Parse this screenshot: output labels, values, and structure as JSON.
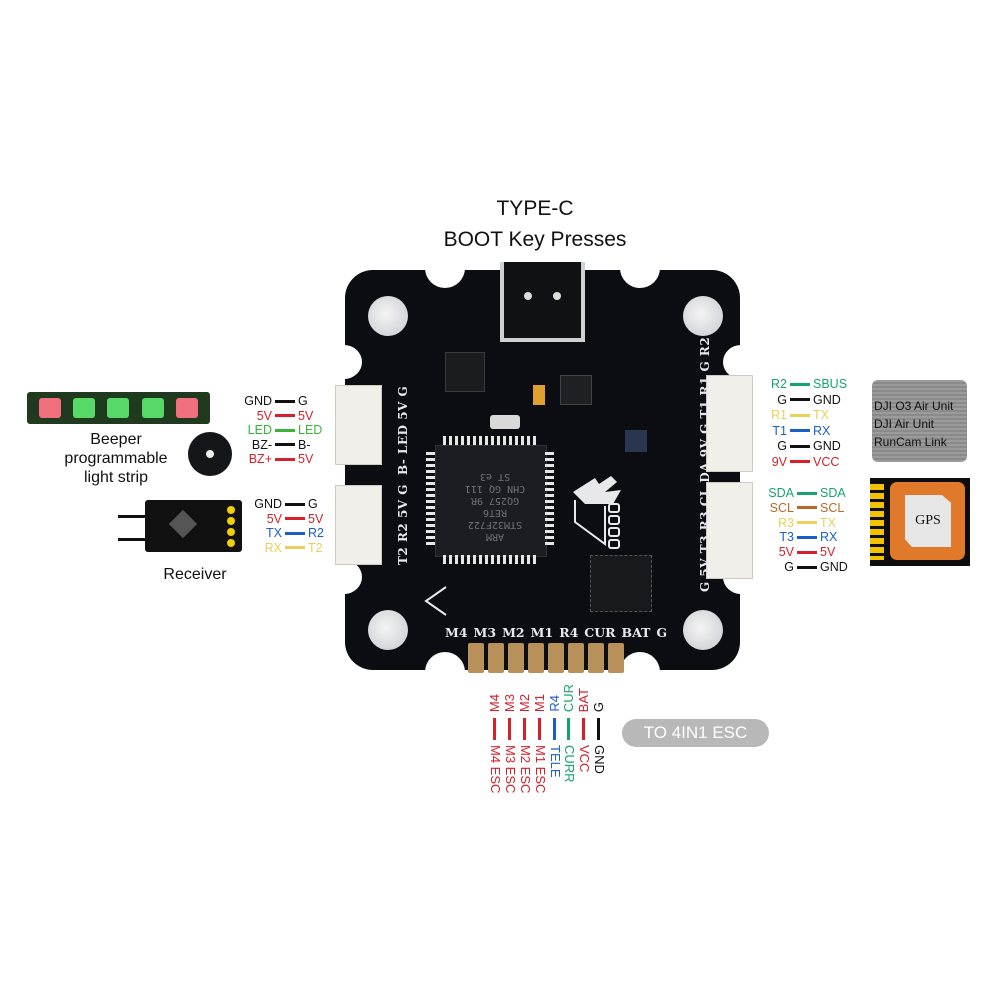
{
  "header": {
    "line1": "TYPE-C",
    "line2": "BOOT Key Presses"
  },
  "colors": {
    "black": "#111111",
    "red": "#d6202a",
    "green": "#3ab33a",
    "teal": "#17a36b",
    "blue": "#1c5fc4",
    "yellow": "#e8d05a",
    "brown": "#b8692a",
    "board": "#0b0d12",
    "pad_gold": "#b8905a"
  },
  "board": {
    "left_upper_silk": "B- LED 5V G",
    "left_lower_silk": "T2 R2 5V G",
    "right_silk": "G 5V T3 R3 CL DA 9V G T1 R1 G R2",
    "bottom_silk": [
      "M4",
      "M3",
      "M2",
      "M1",
      "R4",
      "CUR",
      "BAT",
      "G"
    ],
    "mcu_marking": [
      "ARM",
      "STM32F722",
      "RET6",
      "GQ257 9R",
      "CHN GQ 111",
      "ST e3"
    ]
  },
  "led_beeper": {
    "label_lines": [
      "Beeper",
      "programmable",
      "light strip"
    ],
    "wires": [
      {
        "from": "GND",
        "to": "G",
        "color": "black"
      },
      {
        "from": "5V",
        "to": "5V",
        "color": "red"
      },
      {
        "from": "LED",
        "to": "LED",
        "color": "green"
      },
      {
        "from": "BZ-",
        "to": "B-",
        "color": "black"
      },
      {
        "from": "BZ+",
        "to": "5V",
        "color": "red"
      }
    ]
  },
  "receiver": {
    "label": "Receiver",
    "wires": [
      {
        "from": "GND",
        "to": "G",
        "color": "black"
      },
      {
        "from": "5V",
        "to": "5V",
        "color": "red"
      },
      {
        "from": "TX",
        "to": "R2",
        "color": "blue"
      },
      {
        "from": "RX",
        "to": "T2",
        "color": "yellow"
      }
    ]
  },
  "air_unit": {
    "label_lines": [
      "DJI O3 Air Unit",
      "DJI Air Unit",
      "RunCam Link"
    ],
    "wires": [
      {
        "from": "R2",
        "to": "SBUS",
        "color": "teal"
      },
      {
        "from": "G",
        "to": "GND",
        "color": "black"
      },
      {
        "from": "R1",
        "to": "TX",
        "color": "yellow"
      },
      {
        "from": "T1",
        "to": "RX",
        "color": "blue"
      },
      {
        "from": "G",
        "to": "GND",
        "color": "black"
      },
      {
        "from": "9V",
        "to": "VCC",
        "color": "red"
      }
    ]
  },
  "gps": {
    "label": "GPS",
    "wires": [
      {
        "from": "SDA",
        "to": "SDA",
        "color": "teal"
      },
      {
        "from": "SCL",
        "to": "SCL",
        "color": "brown"
      },
      {
        "from": "R3",
        "to": "TX",
        "color": "yellow"
      },
      {
        "from": "T3",
        "to": "RX",
        "color": "blue"
      },
      {
        "from": "5V",
        "to": "5V",
        "color": "red"
      },
      {
        "from": "G",
        "to": "GND",
        "color": "black"
      }
    ]
  },
  "esc": {
    "badge": "TO 4IN1 ESC",
    "wires": [
      {
        "from": "M4",
        "to": "M4 ESC",
        "color": "red"
      },
      {
        "from": "M3",
        "to": "M3 ESC",
        "color": "red"
      },
      {
        "from": "M2",
        "to": "M2 ESC",
        "color": "red"
      },
      {
        "from": "M1",
        "to": "M1 ESC",
        "color": "red"
      },
      {
        "from": "R4",
        "to": "TELE",
        "color": "blue"
      },
      {
        "from": "CUR",
        "to": "CURR",
        "color": "teal"
      },
      {
        "from": "BAT",
        "to": "VCC",
        "color": "red"
      },
      {
        "from": "G",
        "to": "GND",
        "color": "black"
      }
    ]
  }
}
